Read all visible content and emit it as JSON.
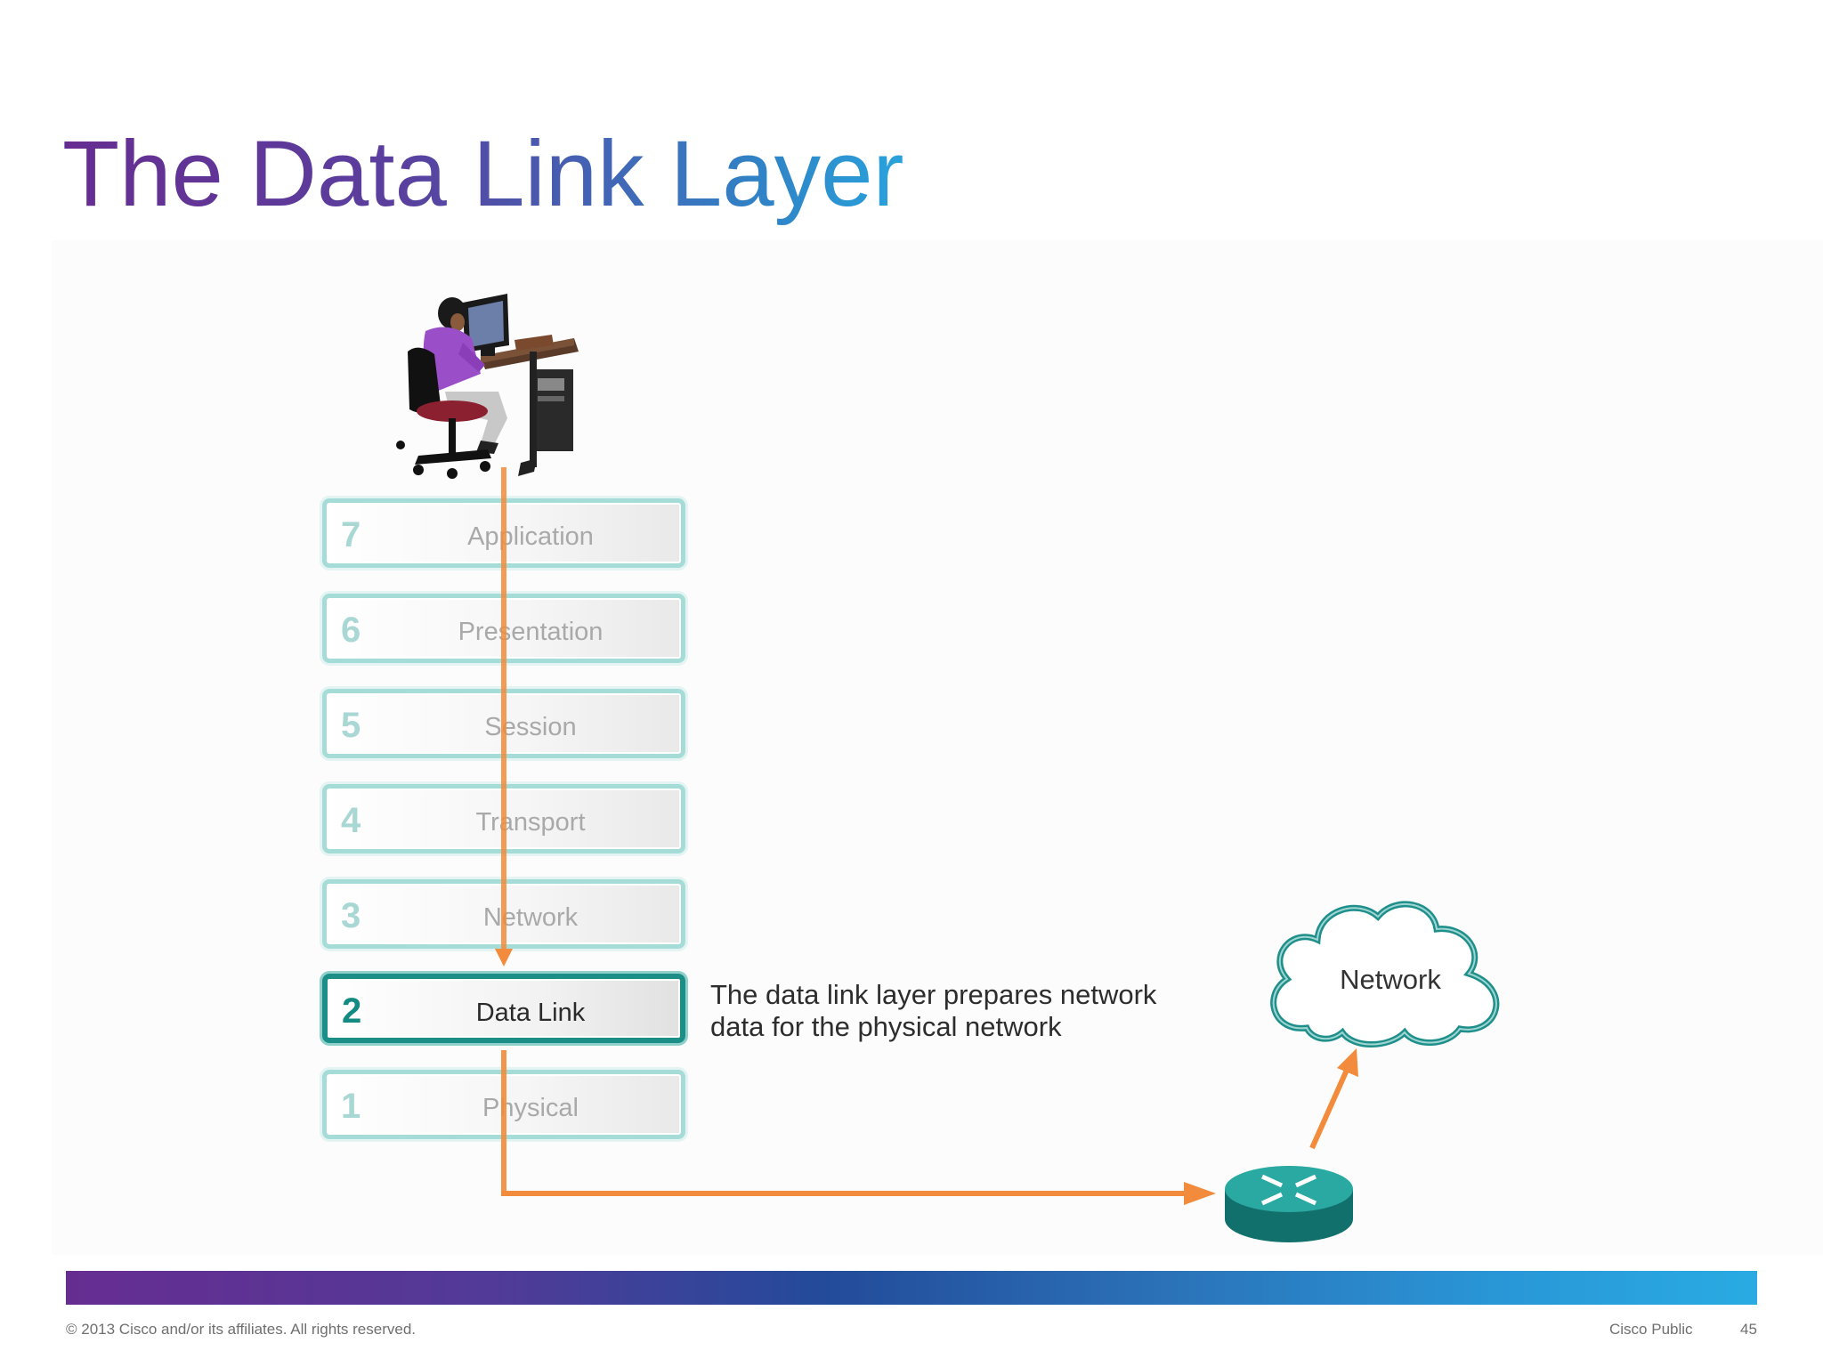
{
  "slide": {
    "title": "The Data Link Layer",
    "description": "The data link layer prepares network data for the physical network",
    "cloud_label": "Network",
    "copyright": "© 2013 Cisco and/or its affiliates. All rights reserved.",
    "classification": "Cisco Public",
    "page_number": "45"
  },
  "layers": [
    {
      "num": "7",
      "name": "Application"
    },
    {
      "num": "6",
      "name": "Presentation"
    },
    {
      "num": "5",
      "name": "Session"
    },
    {
      "num": "4",
      "name": "Transport"
    },
    {
      "num": "3",
      "name": "Network"
    },
    {
      "num": "2",
      "name": "Data Link"
    },
    {
      "num": "1",
      "name": "Physical"
    }
  ],
  "colors": {
    "arrow": "#f28c3c",
    "layer_border": "#a6dcd8",
    "active_border": "#1b8f87",
    "router": "#1f8f8b",
    "cloud": "#1f8f8b"
  },
  "icons": [
    "workstation-user-icon",
    "router-icon",
    "cloud-icon"
  ]
}
